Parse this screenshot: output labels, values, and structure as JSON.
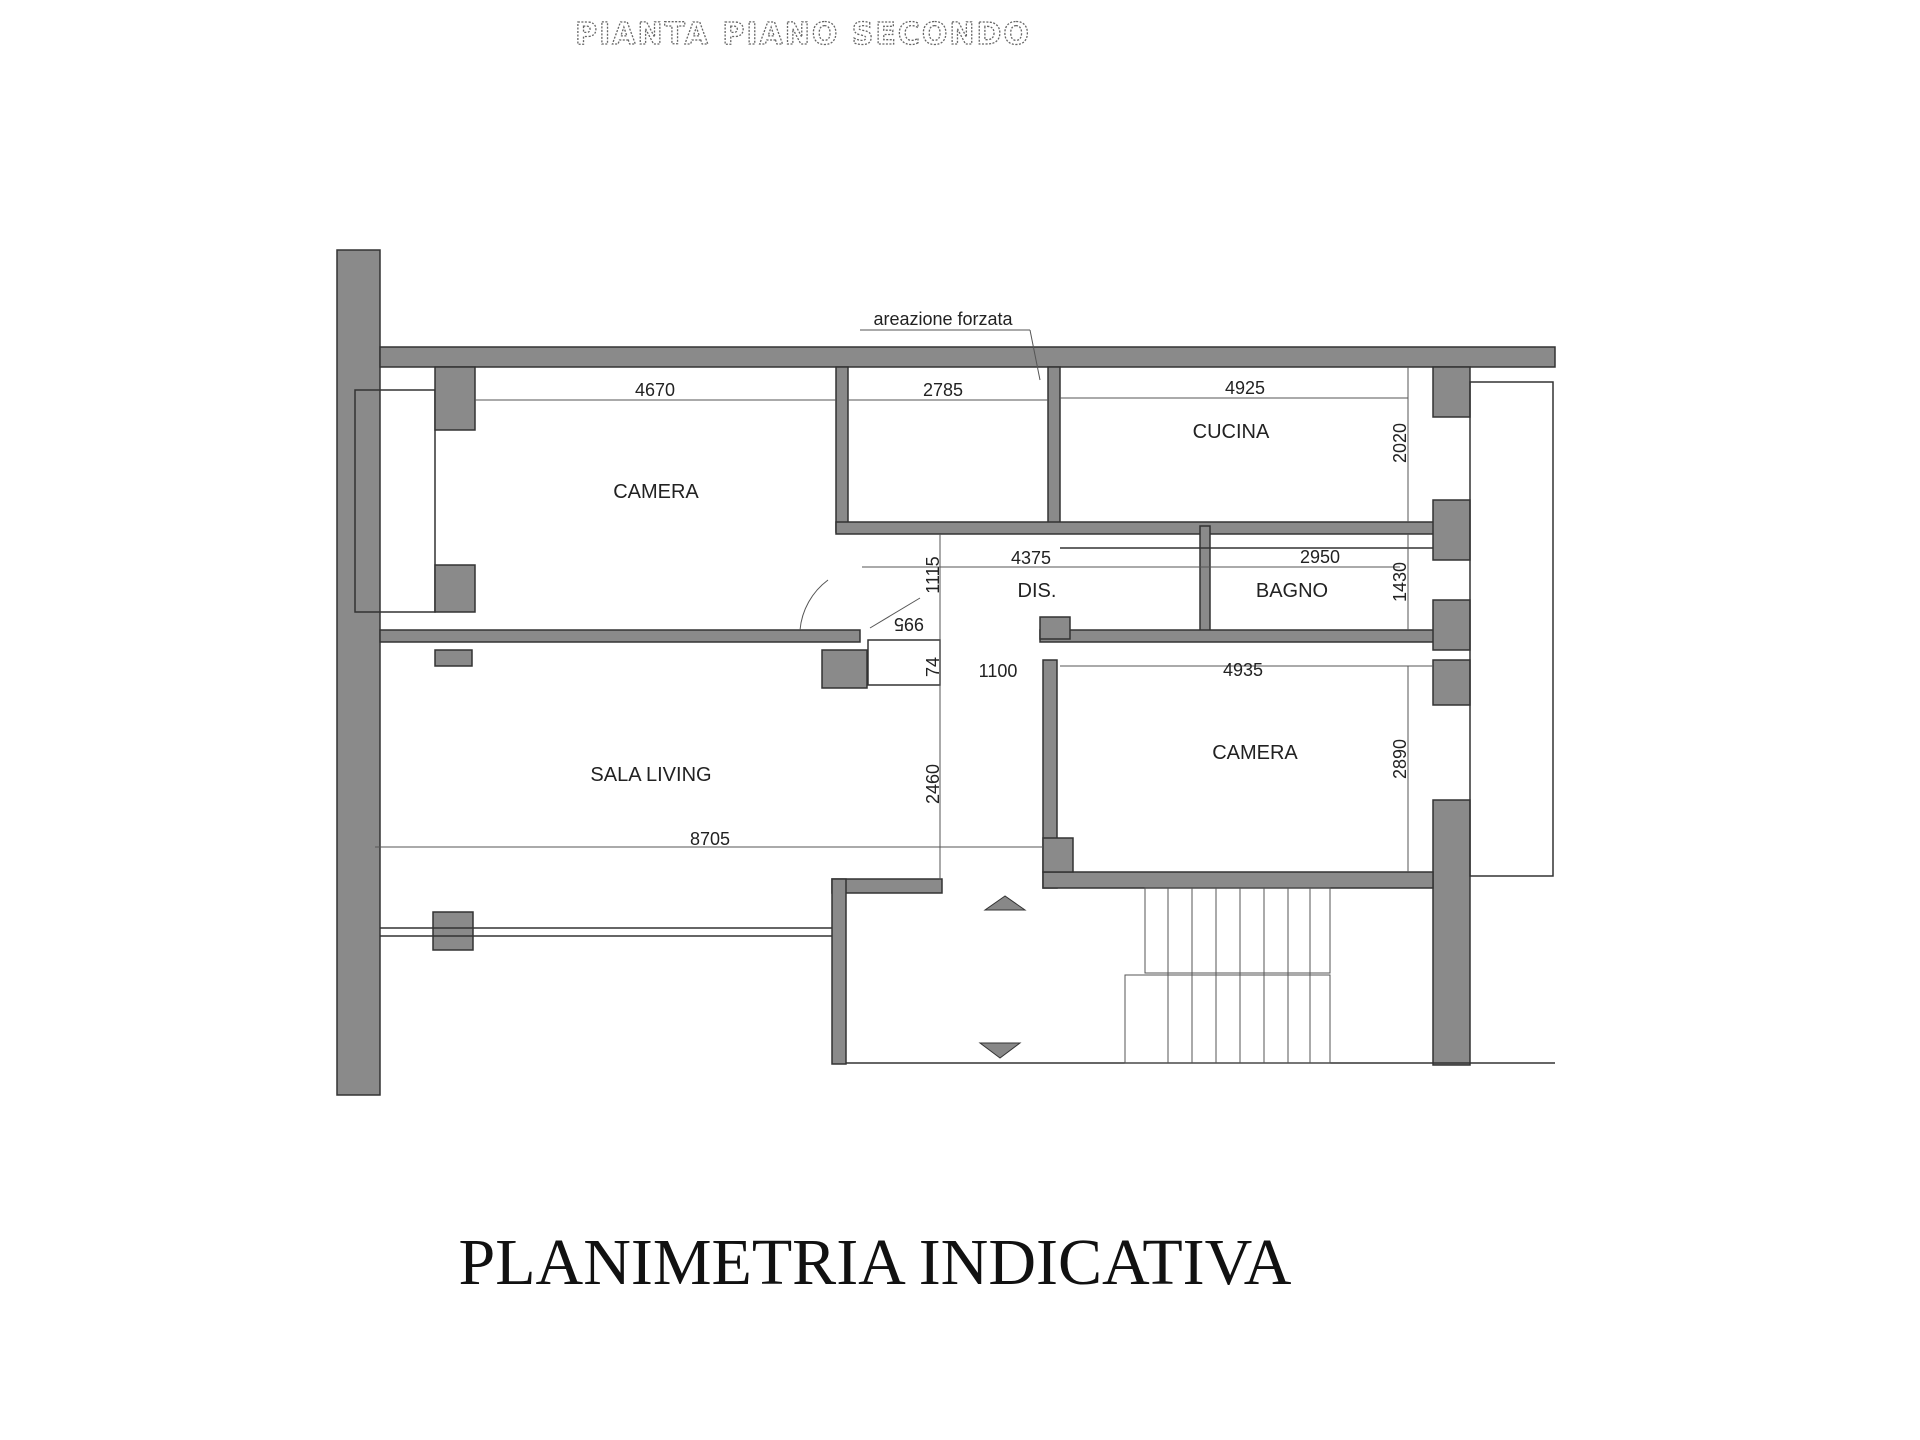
{
  "header": {
    "title": "PIANTA PIANO SECONDO"
  },
  "annotations": {
    "ventilation": "areazione forzata"
  },
  "rooms": {
    "camera_north": "CAMERA",
    "cucina": "CUCINA",
    "dis": "DIS.",
    "bagno": "BAGNO",
    "camera_south": "CAMERA",
    "sala_living": "SALA LIVING"
  },
  "dimensions": {
    "camera_north_width": "4670",
    "utility_width": "2785",
    "cucina_width": "4925",
    "cucina_depth": "2020",
    "dis_width": "4375",
    "bagno_width": "2950",
    "bagno_depth": "1430",
    "dis_depth": "1115",
    "closet_width": "995",
    "closet_depth": "74",
    "corridor_width": "1100",
    "camera_south_width": "4935",
    "camera_south_depth": "2890",
    "corridor_depth": "2460",
    "living_width": "8705"
  },
  "footer": {
    "caption": "PLANIMETRIA INDICATIVA"
  }
}
